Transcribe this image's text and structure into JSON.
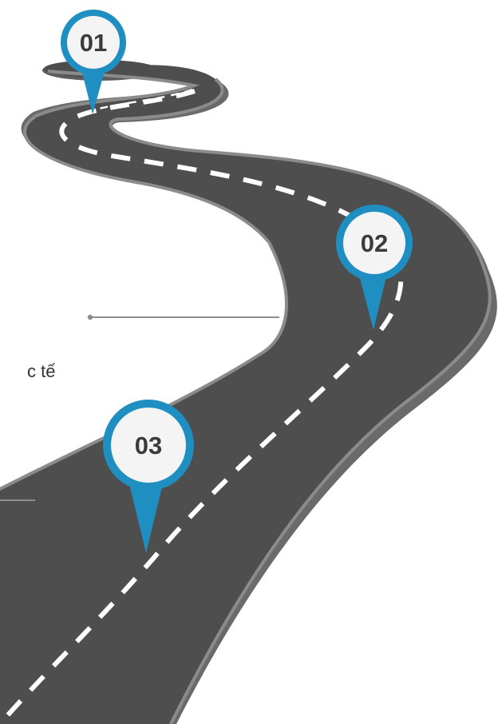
{
  "diagram": {
    "markers": [
      {
        "id": "01",
        "label": "01"
      },
      {
        "id": "02",
        "label": "02"
      },
      {
        "id": "03",
        "label": "03"
      }
    ],
    "side_text_fragment": "c tế"
  },
  "colors": {
    "road": "#4e4e4e",
    "road_edge": "#8c8c8c",
    "road_shadow": "#636363",
    "marker_blue": "#1f8ec1",
    "marker_fill": "#f4f4f4",
    "connector": "#8e8e8e",
    "dash": "#ffffff"
  }
}
